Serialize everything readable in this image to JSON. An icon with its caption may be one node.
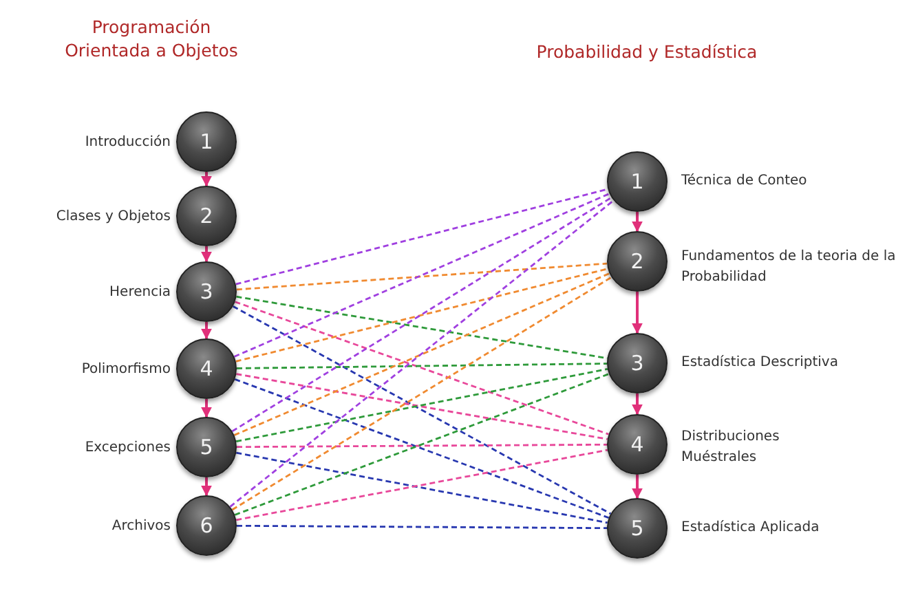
{
  "diagram": {
    "nodes": [
      {
        "text": [
          "1"
        ],
        "beside": [
          "Introducción"
        ]
      },
      {
        "text": [
          "2"
        ],
        "beside": [
          "Clases y Objetos"
        ]
      },
      {
        "text": [
          "3"
        ],
        "beside": [
          "Herencia"
        ]
      },
      {
        "text": [
          "4"
        ],
        "beside": [
          "Polimorfismo"
        ]
      },
      {
        "text": [
          "5"
        ],
        "beside": [
          "Excepciones"
        ]
      },
      {
        "text": [
          "6"
        ],
        "beside": [
          "Archivos"
        ]
      },
      {
        "text": [
          "1"
        ],
        "beside": [
          "Técnica de Conteo"
        ]
      },
      {
        "text": [
          "2"
        ],
        "beside": [
          "Fundamentos de la teoria de la Probabilidad"
        ]
      },
      {
        "text": [
          "3"
        ],
        "beside": [
          "Estadística Descriptiva"
        ]
      },
      {
        "text": [
          "4"
        ],
        "beside": [
          "Distribuciones Muéstrales"
        ]
      },
      {
        "text": [
          "5"
        ],
        "beside": [
          "Estadística Aplicada"
        ]
      }
    ],
    "edges": [
      {
        "from": 0,
        "to": 1,
        "arrow": "to"
      },
      {
        "from": 1,
        "to": 2,
        "arrow": "to"
      },
      {
        "from": 2,
        "to": 3,
        "arrow": "to"
      },
      {
        "from": 3,
        "to": 4,
        "arrow": "to"
      },
      {
        "from": 4,
        "to": 5,
        "arrow": "to"
      },
      {
        "from": 6,
        "to": 7,
        "arrow": "to"
      },
      {
        "from": 7,
        "to": 8,
        "arrow": "to"
      },
      {
        "from": 8,
        "to": 9,
        "arrow": "to"
      },
      {
        "from": 9,
        "to": 10,
        "arrow": "to"
      },
      {
        "from": 2,
        "to": 6,
        "arrow": "none",
        "style": "dashed",
        "color": "#a040e0"
      },
      {
        "from": 2,
        "to": 7,
        "arrow": "none",
        "style": "dashed",
        "color": "#f08a30"
      },
      {
        "from": 2,
        "to": 8,
        "arrow": "none",
        "style": "dashed",
        "color": "#2e9a3a"
      },
      {
        "from": 2,
        "to": 9,
        "arrow": "none",
        "style": "dashed",
        "color": "#e8489a"
      },
      {
        "from": 2,
        "to": 10,
        "arrow": "none",
        "style": "dashed",
        "color": "#2838b0"
      },
      {
        "from": 3,
        "to": 6,
        "arrow": "none",
        "style": "dashed",
        "color": "#a040e0"
      },
      {
        "from": 3,
        "to": 7,
        "arrow": "none",
        "style": "dashed",
        "color": "#f08a30"
      },
      {
        "from": 3,
        "to": 8,
        "arrow": "none",
        "style": "dashed",
        "color": "#2e9a3a"
      },
      {
        "from": 3,
        "to": 9,
        "arrow": "none",
        "style": "dashed",
        "color": "#e8489a"
      },
      {
        "from": 3,
        "to": 10,
        "arrow": "none",
        "style": "dashed",
        "color": "#2838b0"
      },
      {
        "from": 4,
        "to": 6,
        "arrow": "none",
        "style": "dashed",
        "color": "#a040e0"
      },
      {
        "from": 4,
        "to": 7,
        "arrow": "none",
        "style": "dashed",
        "color": "#f08a30"
      },
      {
        "from": 4,
        "to": 8,
        "arrow": "none",
        "style": "dashed",
        "color": "#2e9a3a"
      },
      {
        "from": 4,
        "to": 9,
        "arrow": "none",
        "style": "dashed",
        "color": "#e8489a"
      },
      {
        "from": 4,
        "to": 10,
        "arrow": "none",
        "style": "dashed",
        "color": "#2838b0"
      },
      {
        "from": 5,
        "to": 6,
        "arrow": "none",
        "style": "dashed",
        "color": "#a040e0"
      },
      {
        "from": 5,
        "to": 7,
        "arrow": "none",
        "style": "dashed",
        "color": "#f08a30"
      },
      {
        "from": 5,
        "to": 8,
        "arrow": "none",
        "style": "dashed",
        "color": "#2e9a3a"
      },
      {
        "from": 5,
        "to": 9,
        "arrow": "none",
        "style": "dashed",
        "color": "#e8489a"
      },
      {
        "from": 5,
        "to": 10,
        "arrow": "none",
        "style": "dashed",
        "color": "#2838b0"
      }
    ],
    "labels": [
      "Programación Orientada a Objetos",
      "Probabilidad y Estadística"
    ]
  }
}
